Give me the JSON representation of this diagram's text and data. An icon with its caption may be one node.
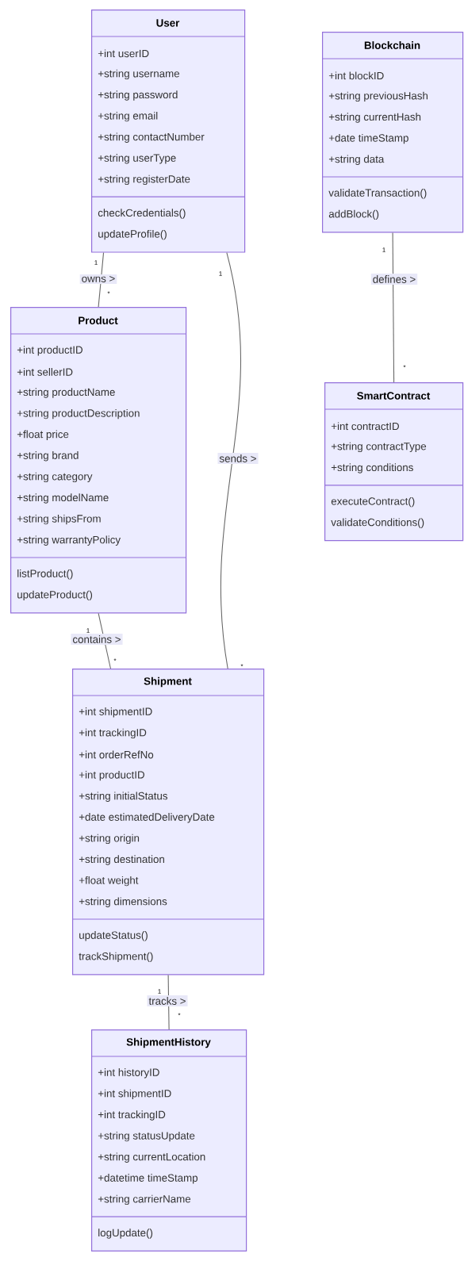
{
  "diagram": {
    "nodes": [
      {
        "text": [
          "User",
          "+int userID",
          "+string username",
          "+string password",
          "+string email",
          "+string contactNumber",
          "+string userType",
          "+string registerDate",
          "checkCredentials()",
          "updateProfile()"
        ]
      },
      {
        "text": [
          "Blockchain",
          "+int blockID",
          "+string previousHash",
          "+string currentHash",
          "+date timeStamp",
          "+string data",
          "validateTransaction()",
          "addBlock()"
        ]
      },
      {
        "text": [
          "Product",
          "+int productID",
          "+int sellerID",
          "+string productName",
          "+string productDescription",
          "+float price",
          "+string brand",
          "+string category",
          "+string modelName",
          "+string shipsFrom",
          "+string warrantyPolicy",
          "listProduct()",
          "updateProduct()"
        ]
      },
      {
        "text": [
          "SmartContract",
          "+int contractID",
          "+string contractType",
          "+string conditions",
          "executeContract()",
          "validateConditions()"
        ]
      },
      {
        "text": [
          "Shipment",
          "+int shipmentID",
          "+int trackingID",
          "+int orderRefNo",
          "+int productID",
          "+string initialStatus",
          "+date estimatedDeliveryDate",
          "+string origin",
          "+string destination",
          "+float weight",
          "+string dimensions",
          "updateStatus()",
          "trackShipment()"
        ]
      },
      {
        "text": [
          "ShipmentHistory",
          "+int historyID",
          "+int shipmentID",
          "+int trackingID",
          "+string statusUpdate",
          "+string currentLocation",
          "+datetime timeStamp",
          "+string carrierName",
          "logUpdate()"
        ]
      }
    ],
    "edges": [
      {
        "from": 0,
        "to": 2,
        "arrow": "none",
        "label": "owns >"
      },
      {
        "from": 0,
        "to": 4,
        "arrow": "none",
        "label": "sends >"
      },
      {
        "from": 2,
        "to": 4,
        "arrow": "none",
        "label": "contains >"
      },
      {
        "from": 4,
        "to": 5,
        "arrow": "none",
        "label": "tracks >"
      },
      {
        "from": 1,
        "to": 3,
        "arrow": "none",
        "label": "defines >"
      }
    ],
    "labels": [
      "1",
      "1",
      "1",
      "*",
      "*",
      "*",
      "1",
      "1",
      "*",
      "*"
    ]
  }
}
